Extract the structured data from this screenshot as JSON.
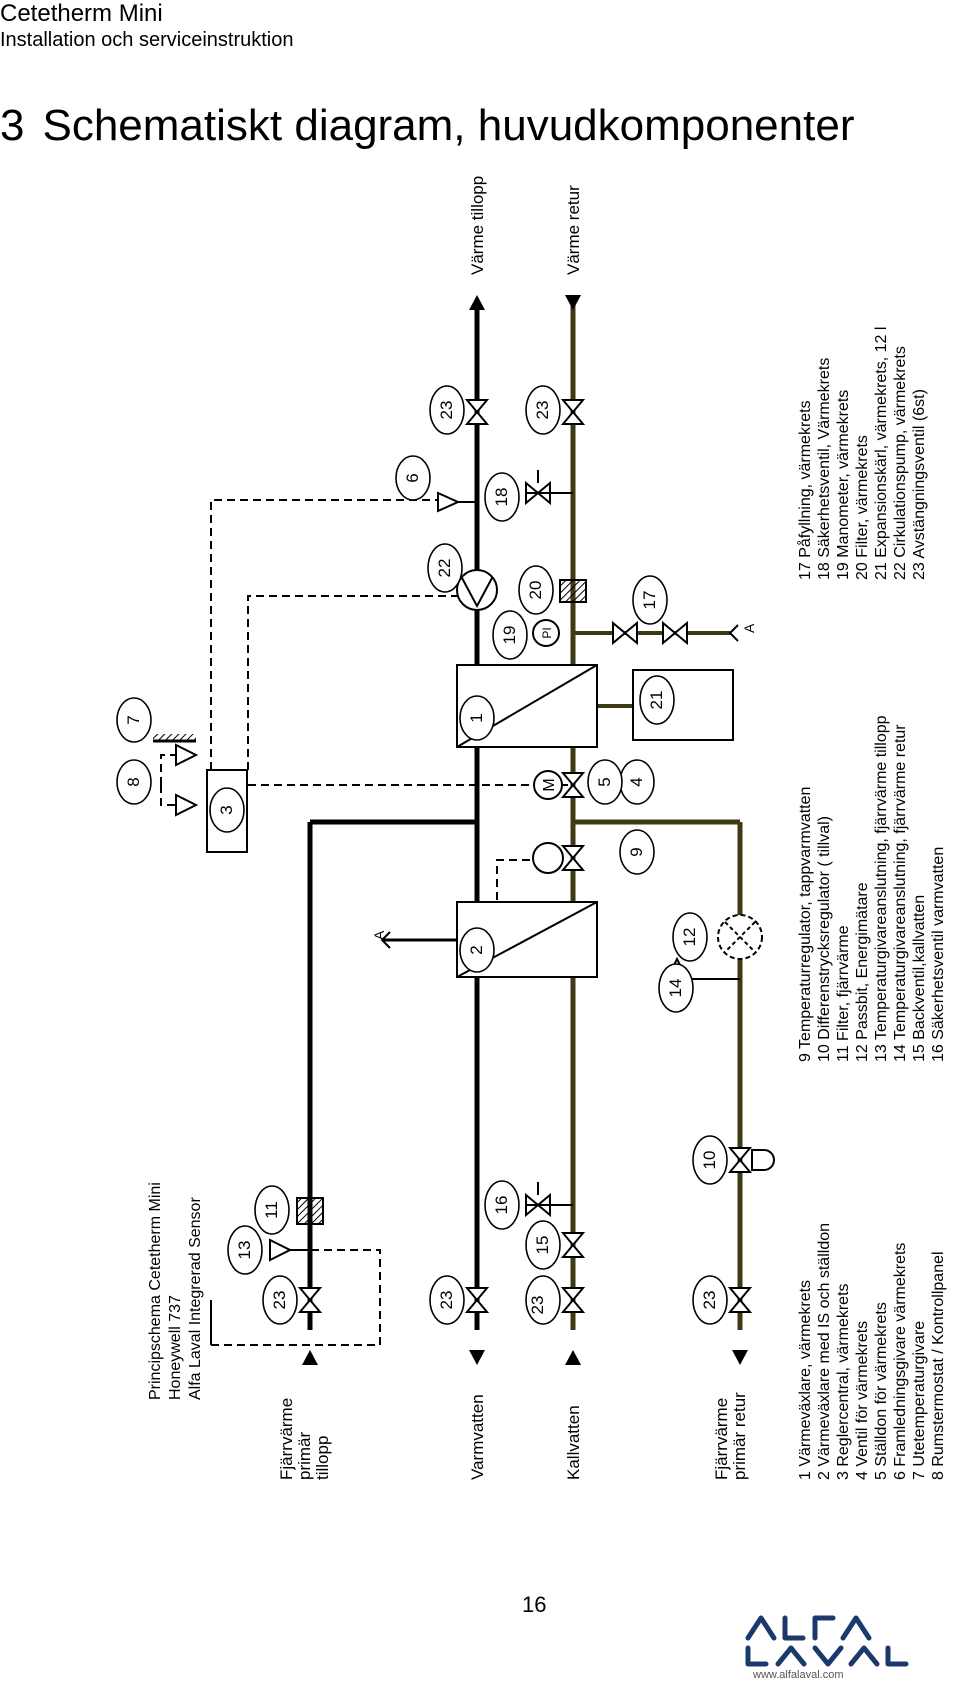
{
  "header": {
    "product": "Cetetherm Mini",
    "subtitle": "Installation och serviceinstruktion"
  },
  "section": {
    "number": "3",
    "title": "Schematiskt diagram, huvudkomponenter"
  },
  "diagram": {
    "schema_title": [
      "Principschema Cetetherm Mini",
      "Honeywell 737",
      "Alfa Laval Integrerad Sensor"
    ],
    "connections": {
      "primary_supply": [
        "Fjärrvärme",
        "primär",
        "tillopp"
      ],
      "hot_water": "Varmvatten",
      "cold_water": "Kallvatten",
      "primary_return": [
        "Fjärrvärme",
        "primär retur"
      ],
      "heating_supply": "Värme tillopp",
      "heating_return": "Värme retur"
    },
    "legend_col1": [
      "1 Värmeväxlare, värmekrets",
      "2 Värmeväxlare med IS och ställdon",
      "3 Reglercentral, värmekrets",
      "4 Ventil för värmekrets",
      "5 Ställdon för värmekrets",
      "6 Framledningsgivare värmekrets",
      "7 Utetemperaturgivare",
      "8 Rumstermostat / Kontrollpanel"
    ],
    "legend_col2": [
      "9 Temperaturregulator, tappvarmvatten",
      "10 Differenstrycksregulator ( tillval)",
      "11 Filter, fjärrvärme",
      "12 Passbit, Energimätare",
      "13 Temperaturgivareanslutning, fjärrvärme tillopp",
      "14 Temperaturgivareanslutning, fjärrvärme retur",
      "15 Backventil,kallvatten",
      "16 Säkerhetsventil varmvatten"
    ],
    "legend_col3": [
      "17 Påfyllning, värmekrets",
      "18 Säkerhetsventil, Värmekrets",
      "19 Manometer, värmekrets",
      "20 Filter, värmekrets",
      "21 Expansionskärl, värmekrets, 12 l",
      "22 Cirkulationspump, värmekrets",
      "23 Avstängningsventil (6st)"
    ],
    "component_numbers": [
      "1",
      "2",
      "3",
      "4",
      "5",
      "6",
      "7",
      "8",
      "9",
      "10",
      "11",
      "12",
      "13",
      "14",
      "15",
      "16",
      "17",
      "18",
      "19",
      "20",
      "21",
      "22",
      "23"
    ],
    "symbol_text": {
      "motor": "M",
      "gauge": "PI",
      "vent": "A"
    }
  },
  "footer": {
    "page_number": "16",
    "logo_text": "ALFA LAVAL",
    "logo_url": "www.alfalaval.com"
  }
}
